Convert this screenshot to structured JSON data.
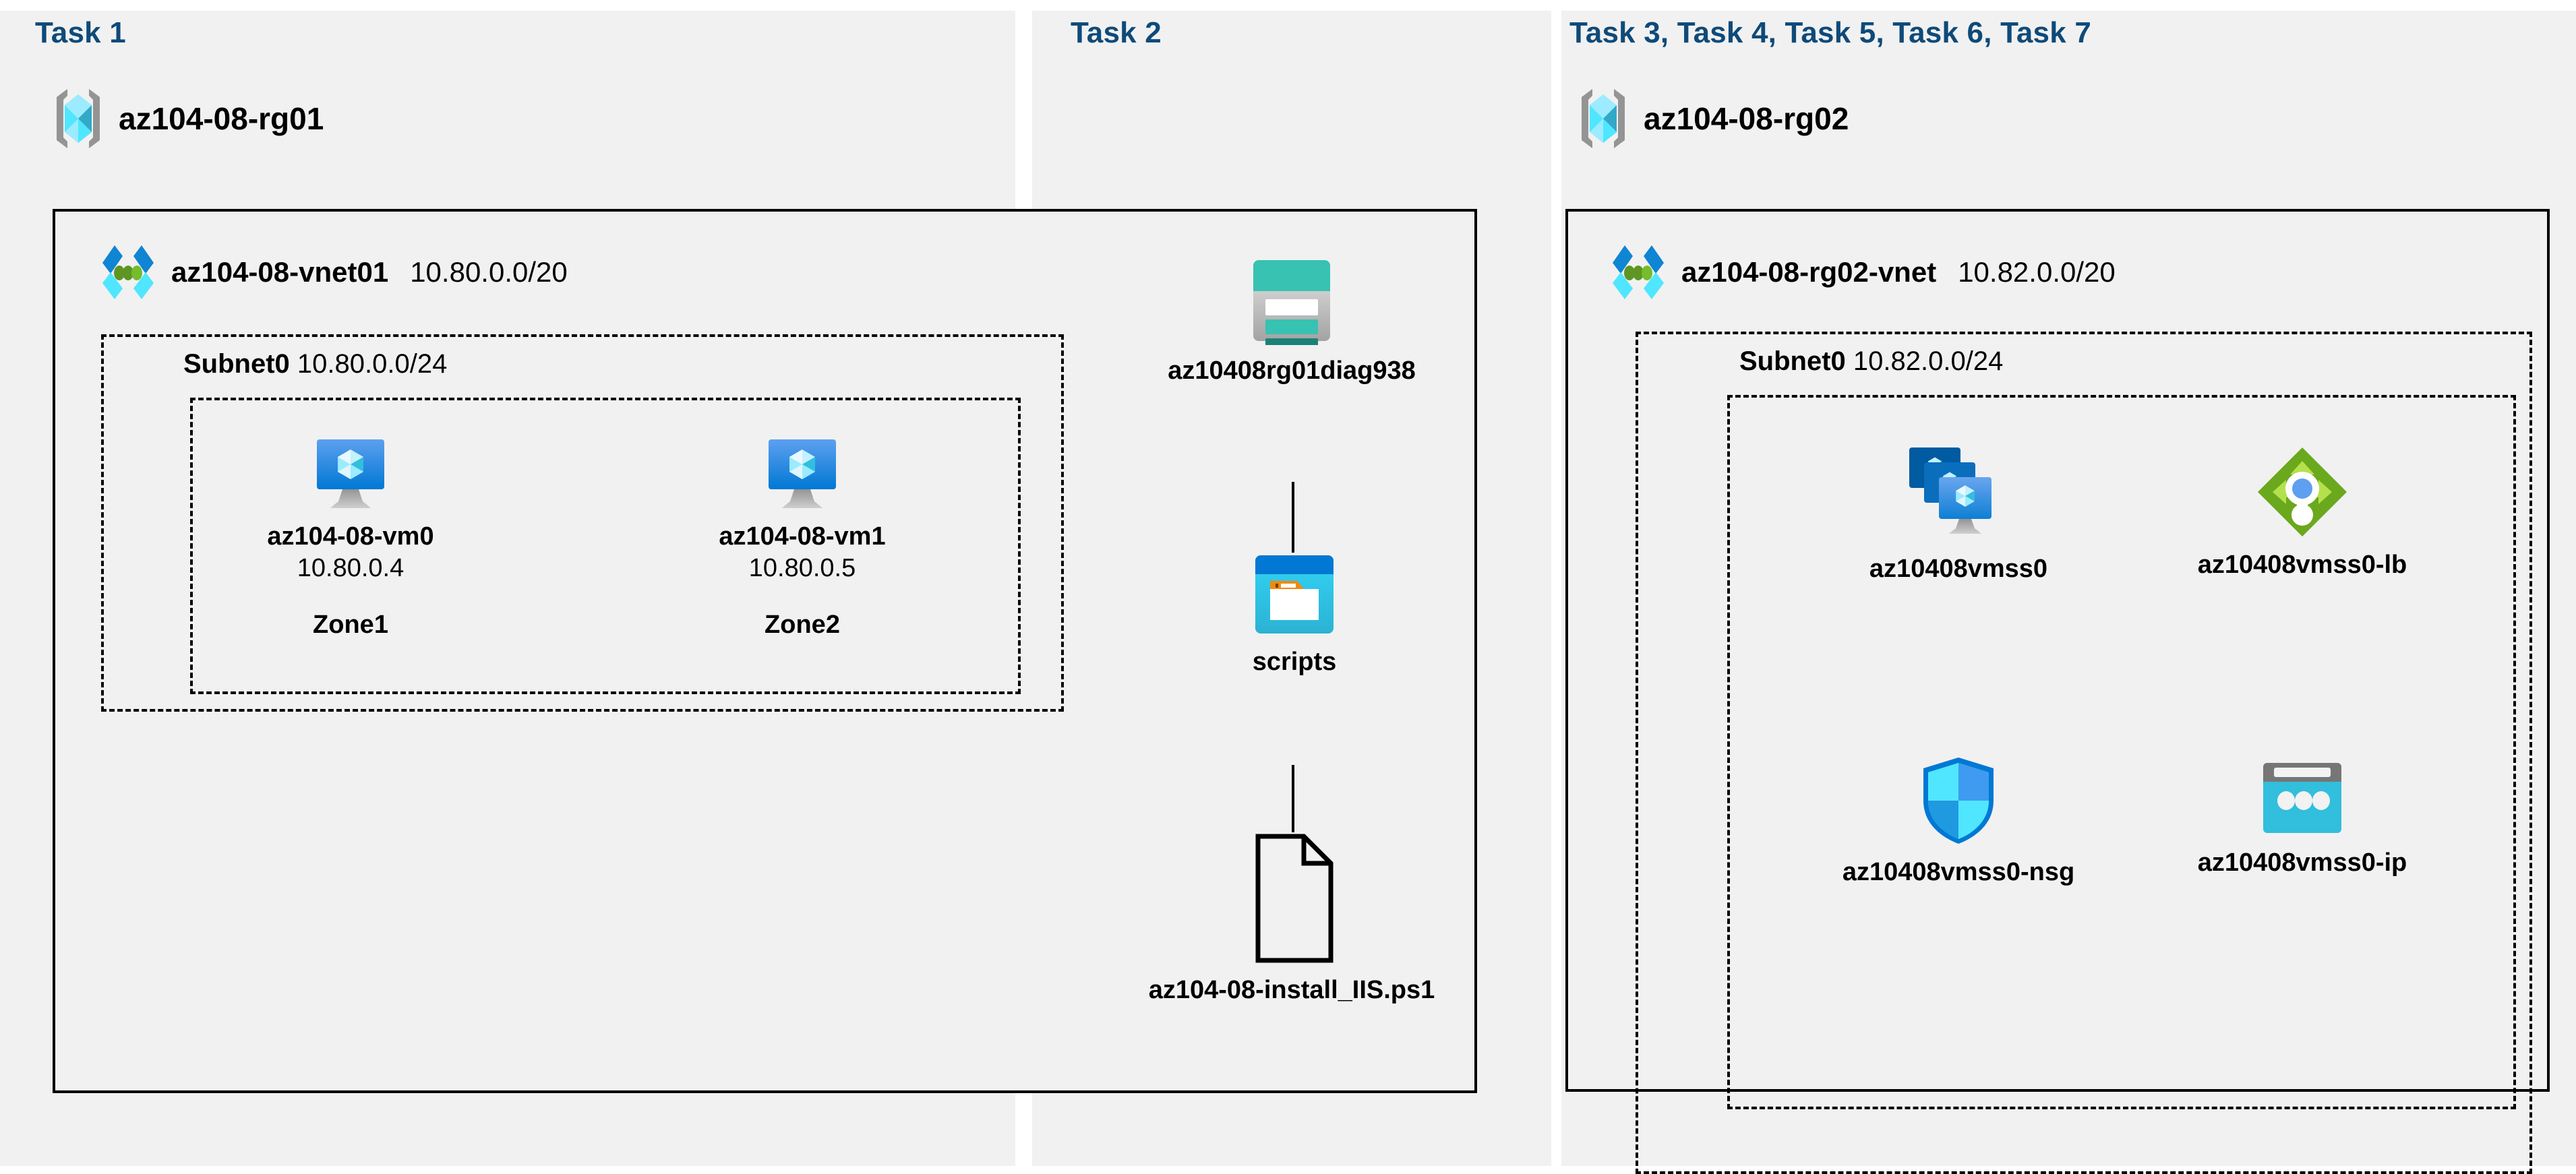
{
  "columns": [
    {
      "id": "task1",
      "label": "Task 1"
    },
    {
      "id": "task2",
      "label": "Task 2"
    },
    {
      "id": "task3",
      "label": "Task 3, Task 4, Task 5, Task 6, Task 7"
    }
  ],
  "resource_groups": [
    {
      "name": "az104-08-rg01",
      "icon": "resource-group-icon"
    },
    {
      "name": "az104-08-rg02",
      "icon": "resource-group-icon"
    }
  ],
  "vnets": [
    {
      "name": "az104-08-vnet01",
      "cidr": "10.80.0.0/20",
      "icon": "virtual-network-icon"
    },
    {
      "name": "az104-08-rg02-vnet",
      "cidr": "10.82.0.0/20",
      "icon": "virtual-network-icon"
    }
  ],
  "subnets": [
    {
      "name": "Subnet0",
      "cidr": "10.80.0.0/24"
    },
    {
      "name": "Subnet0",
      "cidr": "10.82.0.0/24"
    }
  ],
  "virtual_machines": [
    {
      "name": "az104-08-vm0",
      "ip": "10.80.0.4",
      "zone": "Zone1",
      "icon": "virtual-machine-icon"
    },
    {
      "name": "az104-08-vm1",
      "ip": "10.80.0.5",
      "zone": "Zone2",
      "icon": "virtual-machine-icon"
    }
  ],
  "storage": {
    "account": {
      "name": "az10408rg01diag938",
      "icon": "storage-account-icon"
    },
    "container": {
      "name": "scripts",
      "icon": "blob-container-icon"
    },
    "file": {
      "name": "az104-08-install_IIS.ps1",
      "icon": "file-icon"
    }
  },
  "scale_set_resources": [
    {
      "name": "az10408vmss0",
      "icon": "vm-scale-set-icon"
    },
    {
      "name": "az10408vmss0-lb",
      "icon": "load-balancer-icon"
    },
    {
      "name": "az10408vmss0-nsg",
      "icon": "network-security-group-icon"
    },
    {
      "name": "az10408vmss0-ip",
      "icon": "public-ip-address-icon"
    }
  ],
  "colors": {
    "task_label": "#0e4a79",
    "panel_bg": "#f1f1f1",
    "page_bg": "#ffffff",
    "border": "#000000",
    "azure_blue": "#0078d4",
    "vnet_cyan": "#32bedd",
    "vnet_green": "#5e9624",
    "storage_teal": "#37c2b1",
    "lb_green": "#6aa81d",
    "nsg_cyan": "#50e6ff",
    "ip_cyan": "#32bedd",
    "rg_gray": "#949494"
  }
}
